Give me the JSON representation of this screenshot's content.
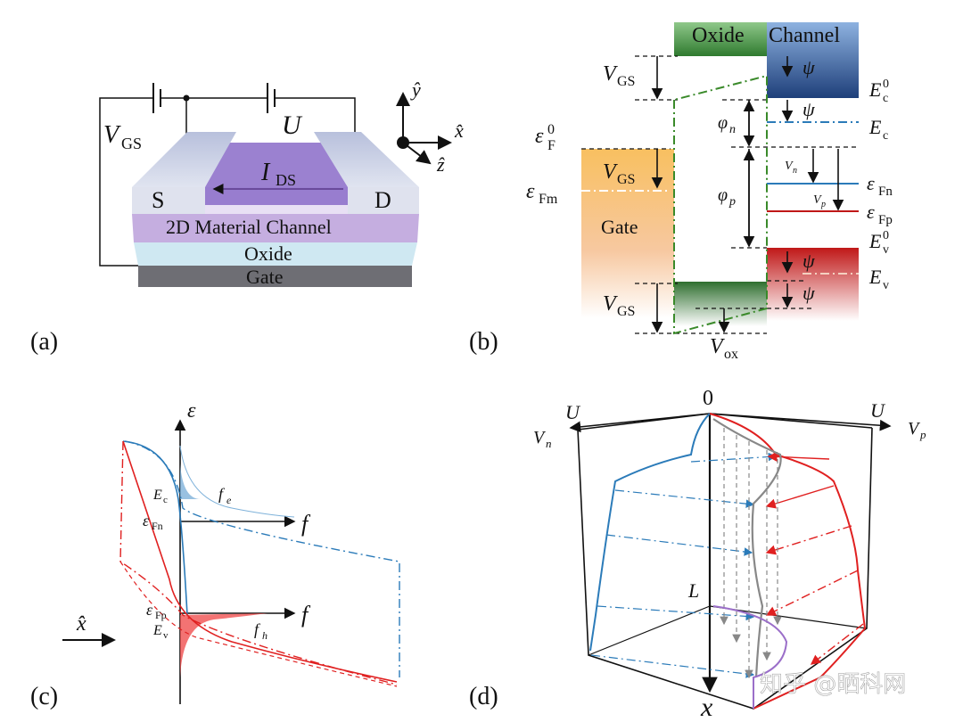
{
  "panel_labels": {
    "a": "(a)",
    "b": "(b)",
    "c": "(c)",
    "d": "(d)"
  },
  "panel_a": {
    "vgs": "V",
    "vgs_sub": "GS",
    "u": "U",
    "ids": "I",
    "ids_sub": "DS",
    "source": "S",
    "drain": "D",
    "channel": "2D Material Channel",
    "oxide": "Oxide",
    "gate": "Gate",
    "axis_y": "ŷ",
    "axis_x": "x̂",
    "axis_z": "ẑ"
  },
  "panel_b": {
    "oxide": "Oxide",
    "channel": "Channel",
    "gate": "Gate",
    "vgs_top": "V",
    "vgs_mid": "V",
    "vgs_bot": "V",
    "vgs_sub": "GS",
    "psi": "ψ",
    "ec0": "E",
    "ec0_sub": "c",
    "ec0_sup": "0",
    "ec": "E",
    "ec_sub": "c",
    "ef0": "ε",
    "ef0_sub": "F",
    "ef0_sup": "0",
    "efm": "ε",
    "efm_sub": "Fm",
    "phin": "φ",
    "phin_sub": "n",
    "phip": "φ",
    "phip_sub": "p",
    "vn": "V",
    "vn_sub": "n",
    "vp": "V",
    "vp_sub": "p",
    "efn": "ε",
    "efn_sub": "Fn",
    "efp": "ε",
    "efp_sub": "Fp",
    "ev0": "E",
    "ev0_sub": "v",
    "ev0_sup": "0",
    "ev": "E",
    "ev_sub": "v",
    "vox": "V",
    "vox_sub": "ox"
  },
  "panel_c": {
    "eps": "ε",
    "f_top": "f",
    "f_bot": "f",
    "fe": "f",
    "fe_sub": "e",
    "fh": "f",
    "fh_sub": "h",
    "ec": "E",
    "ec_sub": "c",
    "efn": "ε",
    "efn_sub": "Fn",
    "efp": "ε",
    "efp_sub": "Fp",
    "ev": "E",
    "ev_sub": "v",
    "xhat": "x̂"
  },
  "panel_d": {
    "zero": "0",
    "u_left": "U",
    "u_right": "U",
    "vn": "V",
    "vn_sub": "n",
    "vp": "V",
    "vp_sub": "p",
    "l": "L",
    "x": "x"
  },
  "watermark": "知乎 @晒科网",
  "colors": {
    "blue": "#2b7bb9",
    "red": "#e02020",
    "green": "#3a8a2a",
    "gray": "#888888",
    "purple": "#9b6fc9"
  }
}
